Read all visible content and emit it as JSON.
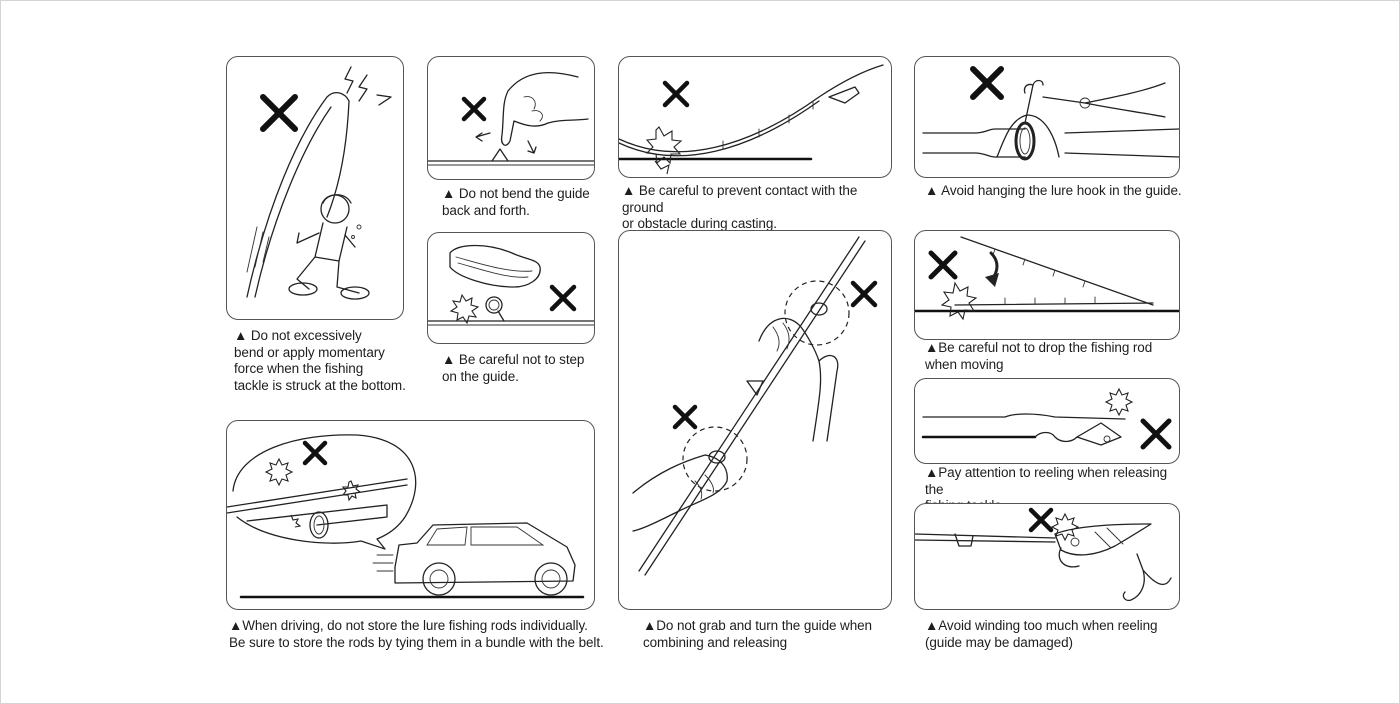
{
  "panels": {
    "p1": {
      "caption": "▲ Do not excessively\nbend or apply momentary\nforce when the fishing\ntackle is struck at the bottom."
    },
    "p2": {
      "caption": "▲ Do not bend the guide\nback and forth."
    },
    "p3": {
      "caption": "▲ Be careful not to step\non the guide."
    },
    "p4": {
      "caption": "▲ Be careful to prevent contact with the ground\nor obstacle during casting."
    },
    "p5": {
      "caption": "▲Do not grab and turn the guide when\ncombining and releasing"
    },
    "p6": {
      "caption": "▲When driving, do not store the lure fishing rods  individually.\nBe sure to store the rods by tying them in a bundle with the belt."
    },
    "p7": {
      "caption": "▲ Avoid hanging the lure hook in the guide."
    },
    "p8": {
      "caption": "▲Be careful not to drop the fishing rod\nwhen moving"
    },
    "p9": {
      "caption": "▲Pay attention to reeling when releasing the\nfishing tackle."
    },
    "p10": {
      "caption": "▲Avoid winding too much when reeling\n(guide may be damaged)"
    }
  },
  "icons": {
    "prohibited": "x-mark-icon",
    "impact": "impact-burst-icon",
    "arrow": "motion-arrow-icon"
  },
  "colors": {
    "line": "#222222",
    "border": "#555555",
    "text": "#1e1e1e"
  }
}
